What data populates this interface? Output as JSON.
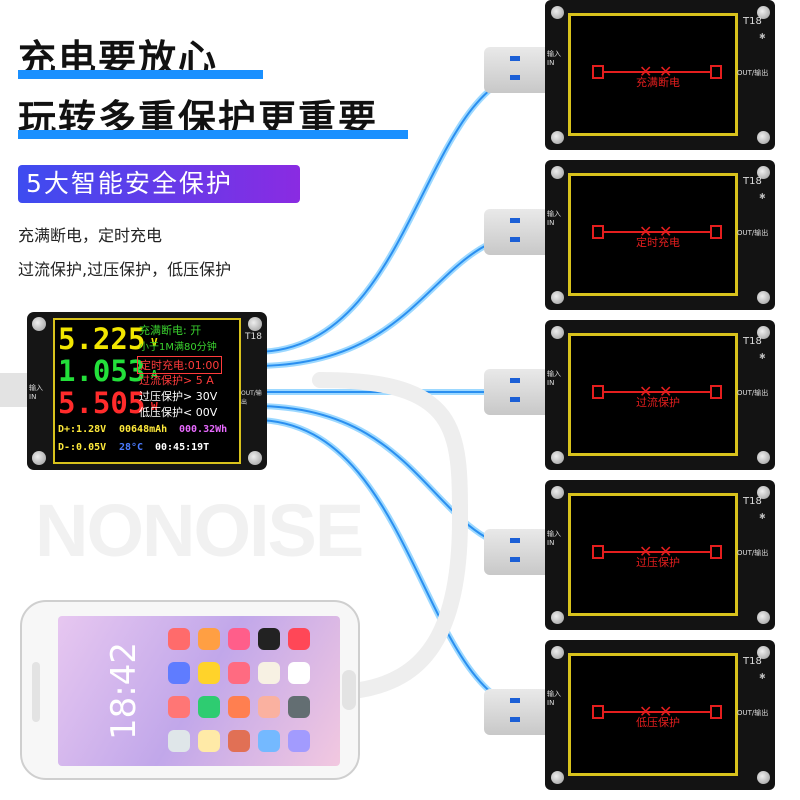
{
  "headline": {
    "line1": "充电要放心",
    "line2": "玩转多重保护更重要",
    "badge": "5大智能安全保护",
    "desc1": "充满断电，定时充电",
    "desc2": "过流保护,过压保护，低压保护"
  },
  "watermark": "NONOISE",
  "main_tester": {
    "model": "T18",
    "voltage": "5.225",
    "voltage_unit": "V",
    "current": "1.053",
    "current_unit": "A",
    "power": "5.505",
    "power_unit": "W",
    "in_label": "输入\nIN",
    "out_label": "OUT/输出",
    "menu": [
      {
        "text": "充满断电: 开",
        "color": "#3ad12e"
      },
      {
        "text": "小于1M满80分钟",
        "color": "#3ad12e"
      },
      {
        "text": "定时充电:01:00",
        "color": "#ff3b3b"
      },
      {
        "text": "过流保护> 5 A",
        "color": "#ff3b3b"
      },
      {
        "text": "过压保护> 30V",
        "color": "#ffffff"
      },
      {
        "text": "低压保护< 00V",
        "color": "#ffffff"
      }
    ],
    "dplus": "D+:1.28V",
    "dminus": "D-:0.05V",
    "mah": "00648mAh",
    "mwh": "000.32Wh",
    "temp": "28°C",
    "timer": "00:45:19T"
  },
  "testers": [
    {
      "model": "T18",
      "caption": "充满断电",
      "in_label": "输入\nIN",
      "out_label": "OUT/输出"
    },
    {
      "model": "T18",
      "caption": "定时充电",
      "in_label": "输入\nIN",
      "out_label": "OUT/输出"
    },
    {
      "model": "T18",
      "caption": "过流保护",
      "in_label": "输入\nIN",
      "out_label": "OUT/输出"
    },
    {
      "model": "T18",
      "caption": "过压保护",
      "in_label": "输入\nIN",
      "out_label": "OUT/输出"
    },
    {
      "model": "T18",
      "caption": "低压保护",
      "in_label": "输入\nIN",
      "out_label": "OUT/输出"
    }
  ],
  "phone": {
    "time": "18:42"
  },
  "colors": {
    "accent": "#1a90ff",
    "badge_start": "#3d4cf0",
    "badge_end": "#8a2be2",
    "fault": "#e41e1e",
    "bezel": "#d8c21c"
  }
}
